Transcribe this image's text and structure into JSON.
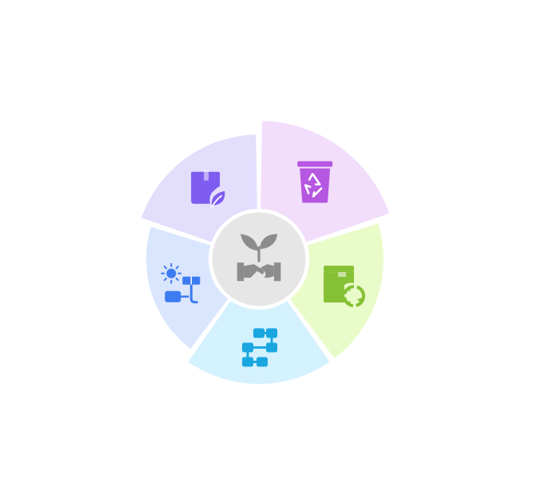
{
  "diagram": {
    "center": {
      "icon": "sustainable-partnership-icon",
      "fill": "#e6e6e6",
      "stroke": "#ffffff",
      "icon_color": "#8c8c8c"
    },
    "segments": [
      {
        "id": "recycling-bin",
        "icon": "recycle-bin-icon",
        "fill": "#f2defb",
        "icon_color": "#b557e0",
        "level": 1.0
      },
      {
        "id": "eco-package",
        "icon": "package-recycle-icon",
        "fill": "#e9fbc9",
        "icon_color": "#86c034",
        "level": 0.85
      },
      {
        "id": "supply-chain",
        "icon": "supply-chain-flow-icon",
        "fill": "#d4f1fe",
        "icon_color": "#1aa7e0",
        "level": 0.85
      },
      {
        "id": "renewable-energy",
        "icon": "solar-ev-charging-icon",
        "fill": "#dae6fd",
        "icon_color": "#3d7cf0",
        "level": 0.72
      },
      {
        "id": "green-delivery",
        "icon": "package-leaf-icon",
        "fill": "#e4defd",
        "icon_color": "#7e5cf0",
        "level": 0.85
      }
    ]
  }
}
